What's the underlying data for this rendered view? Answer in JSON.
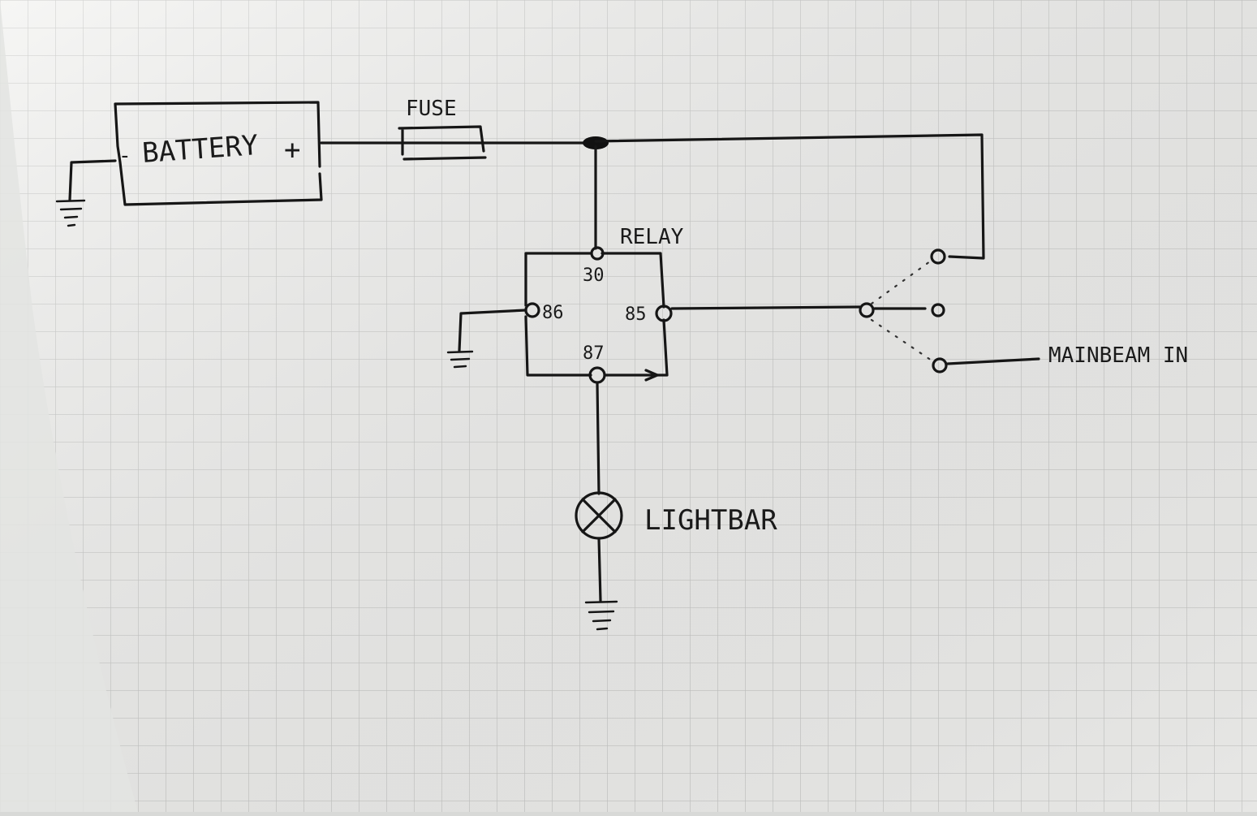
{
  "labels": {
    "battery": "BATTERY",
    "battery_minus": "-",
    "battery_plus": "+",
    "fuse": "FUSE",
    "relay": "RELAY",
    "pin_30": "30",
    "pin_86": "86",
    "pin_85": "85",
    "pin_87": "87",
    "light_bar": "LIGHTBAR",
    "main_beam_in": "MAINBEAM IN"
  },
  "colors": {
    "ink": "#161616",
    "paper": "#f3f3f1",
    "grid": "#c9cac8"
  }
}
